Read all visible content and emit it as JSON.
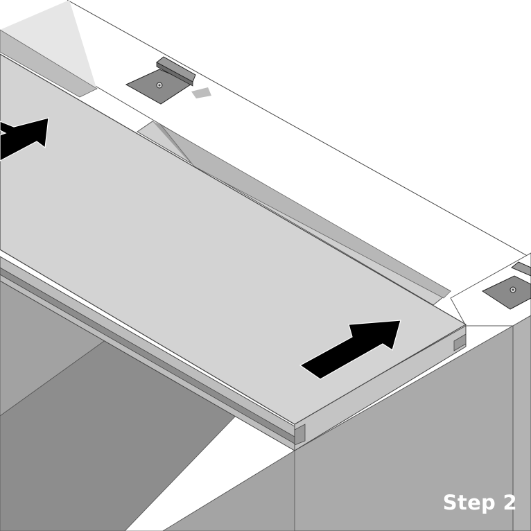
{
  "caption": {
    "step_label": "Step 2"
  },
  "parts": {
    "arrows": [
      "push-arrow",
      "push-arrow"
    ],
    "clips": [
      "fastening-clip",
      "fastening-clip"
    ]
  },
  "colors": {
    "background": "#ffffff",
    "board_top": "#d2d2d2",
    "board_edge": "#b8b8b8",
    "joist_side": "#a9a9a9",
    "shadow_gap": "#858585",
    "clip": "#8a8a8a",
    "arrow": "#000000",
    "label_text": "#ffffff"
  }
}
